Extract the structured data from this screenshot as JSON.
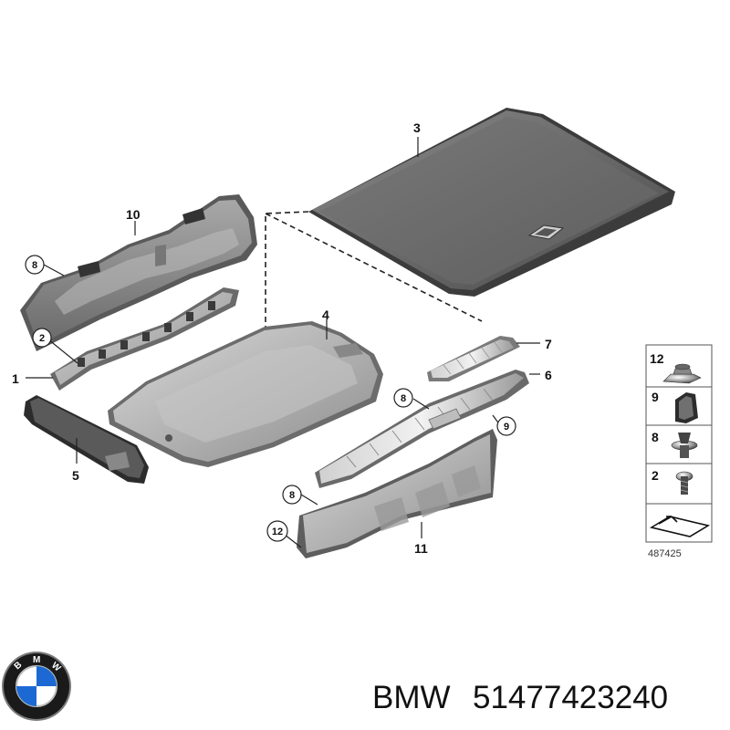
{
  "diagram": {
    "callouts": {
      "p1": "1",
      "p2": "2",
      "p3": "3",
      "p4": "4",
      "p5": "5",
      "p6": "6",
      "p7": "7",
      "p8a": "8",
      "p8b": "8",
      "p8c": "8",
      "p9": "9",
      "p10": "10",
      "p11": "11",
      "p12": "12"
    },
    "legend": [
      "12",
      "9",
      "8",
      "2"
    ],
    "reference_number": "487425"
  },
  "brand": {
    "name": "BMW",
    "part_number": "51477423240",
    "logo_letters": [
      "B",
      "M",
      "W"
    ],
    "colors": {
      "blue": "#1c69d4",
      "ring": "#1a1a1a"
    }
  }
}
